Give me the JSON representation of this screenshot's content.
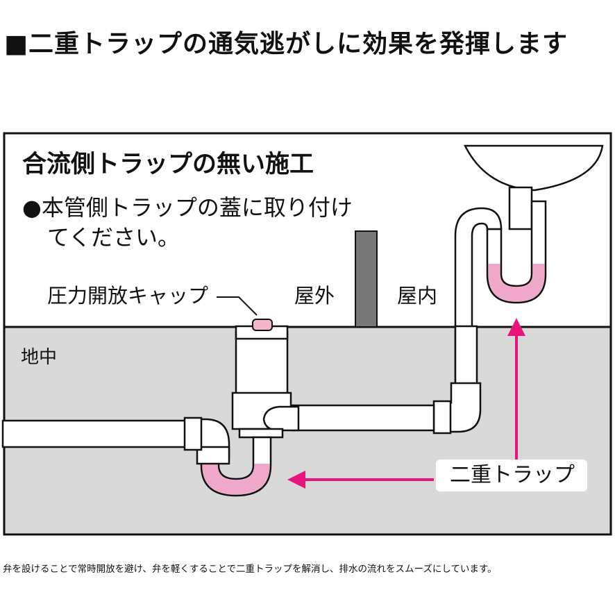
{
  "title": "■二重トラップの通気逃がしに効果を発揮します",
  "panel": {
    "heading": "合流側トラップの無い施工",
    "note_line1": "●本管側トラップの蓋に取り付け",
    "note_line2": "てください。"
  },
  "labels": {
    "pressure_cap": "圧力開放キャップ",
    "outdoor": "屋外",
    "indoor": "屋内",
    "underground": "地中",
    "double_trap": "二重トラップ"
  },
  "caption": "弁を設けることで常時開放を避け、弁を軽くすることで二重トラップを解消し、排水の流れをスムーズにしています。",
  "colors": {
    "ground": "#d9d9d9",
    "water": "#f0a8c8",
    "arrow": "#e8157a",
    "pipe_fill": "#ffffff",
    "line": "#111111",
    "cap": "#f2b6cc"
  }
}
